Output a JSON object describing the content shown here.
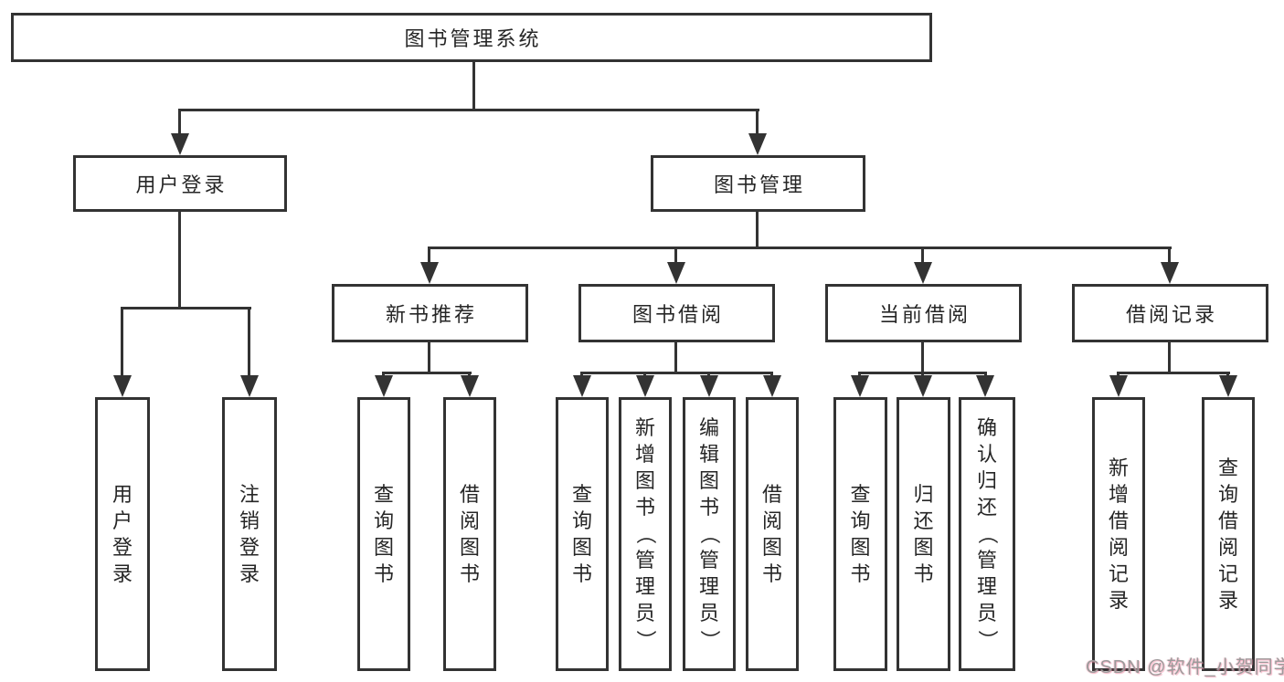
{
  "diagram": {
    "root": {
      "label": "图书管理系统"
    },
    "level2": [
      {
        "label": "用户登录"
      },
      {
        "label": "图书管理"
      }
    ],
    "level3": [
      {
        "label": "新书推荐"
      },
      {
        "label": "图书借阅"
      },
      {
        "label": "当前借阅"
      },
      {
        "label": "借阅记录"
      }
    ],
    "leaves": [
      {
        "group": "用户登录",
        "items": [
          "用户登录",
          "注销登录"
        ]
      },
      {
        "group": "新书推荐",
        "items": [
          "查询图书",
          "借阅图书"
        ]
      },
      {
        "group": "图书借阅",
        "items": [
          "查询图书",
          "新增图书（管理员）",
          "编辑图书（管理员）",
          "借阅图书"
        ]
      },
      {
        "group": "当前借阅",
        "items": [
          "查询图书",
          "归还图书",
          "确认归还（管理员）"
        ]
      },
      {
        "group": "借阅记录",
        "items": [
          "新增借阅记录",
          "查询借阅记录"
        ]
      }
    ]
  },
  "watermark": {
    "text": "CSDN @软件_小贺同学"
  },
  "colors": {
    "line": "#333333",
    "box_background": "#ffffff",
    "text": "#262626",
    "watermark_gray": "#9b9b9b",
    "watermark_pink": "#f08ca6"
  }
}
